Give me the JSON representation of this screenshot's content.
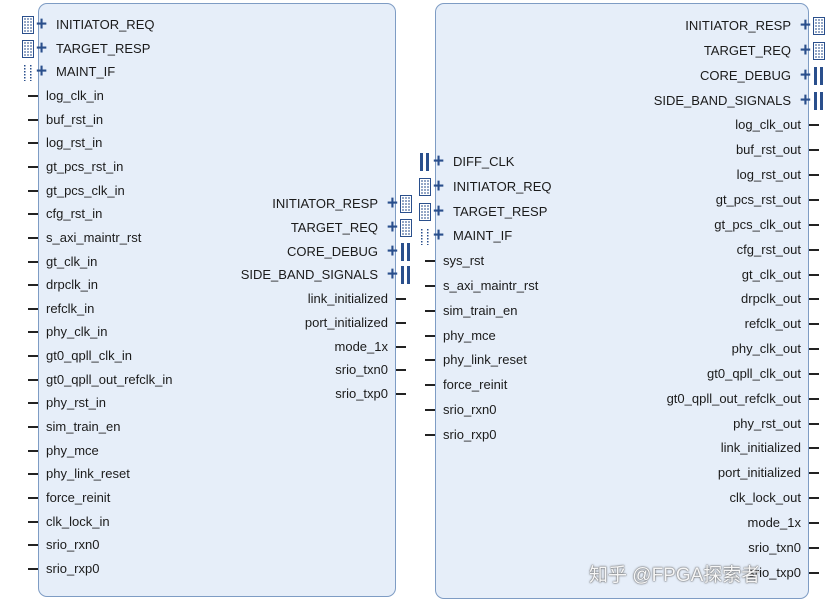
{
  "block1": {
    "left_ports": [
      {
        "label": "INITIATOR_REQ",
        "bus": true,
        "icon": "grid"
      },
      {
        "label": "TARGET_RESP",
        "bus": true,
        "icon": "grid"
      },
      {
        "label": "MAINT_IF",
        "bus": true,
        "icon": "dots"
      },
      {
        "label": "log_clk_in"
      },
      {
        "label": "buf_rst_in"
      },
      {
        "label": "log_rst_in"
      },
      {
        "label": "gt_pcs_rst_in"
      },
      {
        "label": "gt_pcs_clk_in"
      },
      {
        "label": "cfg_rst_in"
      },
      {
        "label": "s_axi_maintr_rst"
      },
      {
        "label": "gt_clk_in"
      },
      {
        "label": "drpclk_in"
      },
      {
        "label": "refclk_in"
      },
      {
        "label": "phy_clk_in"
      },
      {
        "label": "gt0_qpll_clk_in"
      },
      {
        "label": "gt0_qpll_out_refclk_in"
      },
      {
        "label": "phy_rst_in"
      },
      {
        "label": "sim_train_en"
      },
      {
        "label": "phy_mce"
      },
      {
        "label": "phy_link_reset"
      },
      {
        "label": "force_reinit"
      },
      {
        "label": "clk_lock_in"
      },
      {
        "label": "srio_rxn0"
      },
      {
        "label": "srio_rxp0"
      }
    ],
    "right_ports": [
      {
        "label": "INITIATOR_RESP",
        "bus": true,
        "icon": "grid"
      },
      {
        "label": "TARGET_REQ",
        "bus": true,
        "icon": "grid"
      },
      {
        "label": "CORE_DEBUG",
        "bus": true,
        "icon": "bars"
      },
      {
        "label": "SIDE_BAND_SIGNALS",
        "bus": true,
        "icon": "bars"
      },
      {
        "label": "link_initialized"
      },
      {
        "label": "port_initialized"
      },
      {
        "label": "mode_1x"
      },
      {
        "label": "srio_txn0"
      },
      {
        "label": "srio_txp0"
      }
    ]
  },
  "block2": {
    "left_ports": [
      {
        "label": "DIFF_CLK",
        "bus": true,
        "icon": "bars"
      },
      {
        "label": "INITIATOR_REQ",
        "bus": true,
        "icon": "grid"
      },
      {
        "label": "TARGET_RESP",
        "bus": true,
        "icon": "grid"
      },
      {
        "label": "MAINT_IF",
        "bus": true,
        "icon": "dots"
      },
      {
        "label": "sys_rst"
      },
      {
        "label": "s_axi_maintr_rst"
      },
      {
        "label": "sim_train_en"
      },
      {
        "label": "phy_mce"
      },
      {
        "label": "phy_link_reset"
      },
      {
        "label": "force_reinit"
      },
      {
        "label": "srio_rxn0"
      },
      {
        "label": "srio_rxp0"
      }
    ],
    "right_ports": [
      {
        "label": "INITIATOR_RESP",
        "bus": true,
        "icon": "grid"
      },
      {
        "label": "TARGET_REQ",
        "bus": true,
        "icon": "grid"
      },
      {
        "label": "CORE_DEBUG",
        "bus": true,
        "icon": "bars"
      },
      {
        "label": "SIDE_BAND_SIGNALS",
        "bus": true,
        "icon": "bars"
      },
      {
        "label": "log_clk_out"
      },
      {
        "label": "buf_rst_out"
      },
      {
        "label": "log_rst_out"
      },
      {
        "label": "gt_pcs_rst_out"
      },
      {
        "label": "gt_pcs_clk_out"
      },
      {
        "label": "cfg_rst_out"
      },
      {
        "label": "gt_clk_out"
      },
      {
        "label": "drpclk_out"
      },
      {
        "label": "refclk_out"
      },
      {
        "label": "phy_clk_out"
      },
      {
        "label": "gt0_qpll_clk_out"
      },
      {
        "label": "gt0_qpll_out_refclk_out"
      },
      {
        "label": "phy_rst_out"
      },
      {
        "label": "link_initialized"
      },
      {
        "label": "port_initialized"
      },
      {
        "label": "clk_lock_out"
      },
      {
        "label": "mode_1x"
      },
      {
        "label": "srio_txn0"
      },
      {
        "label": "srio_txp0"
      }
    ]
  },
  "watermark": "知乎 @FPGA探索者",
  "colors": {
    "block_fill": "#e6eef9",
    "block_border": "#7e9cc4",
    "bus_icon": "#2a4f8c",
    "pin": "#222222"
  }
}
